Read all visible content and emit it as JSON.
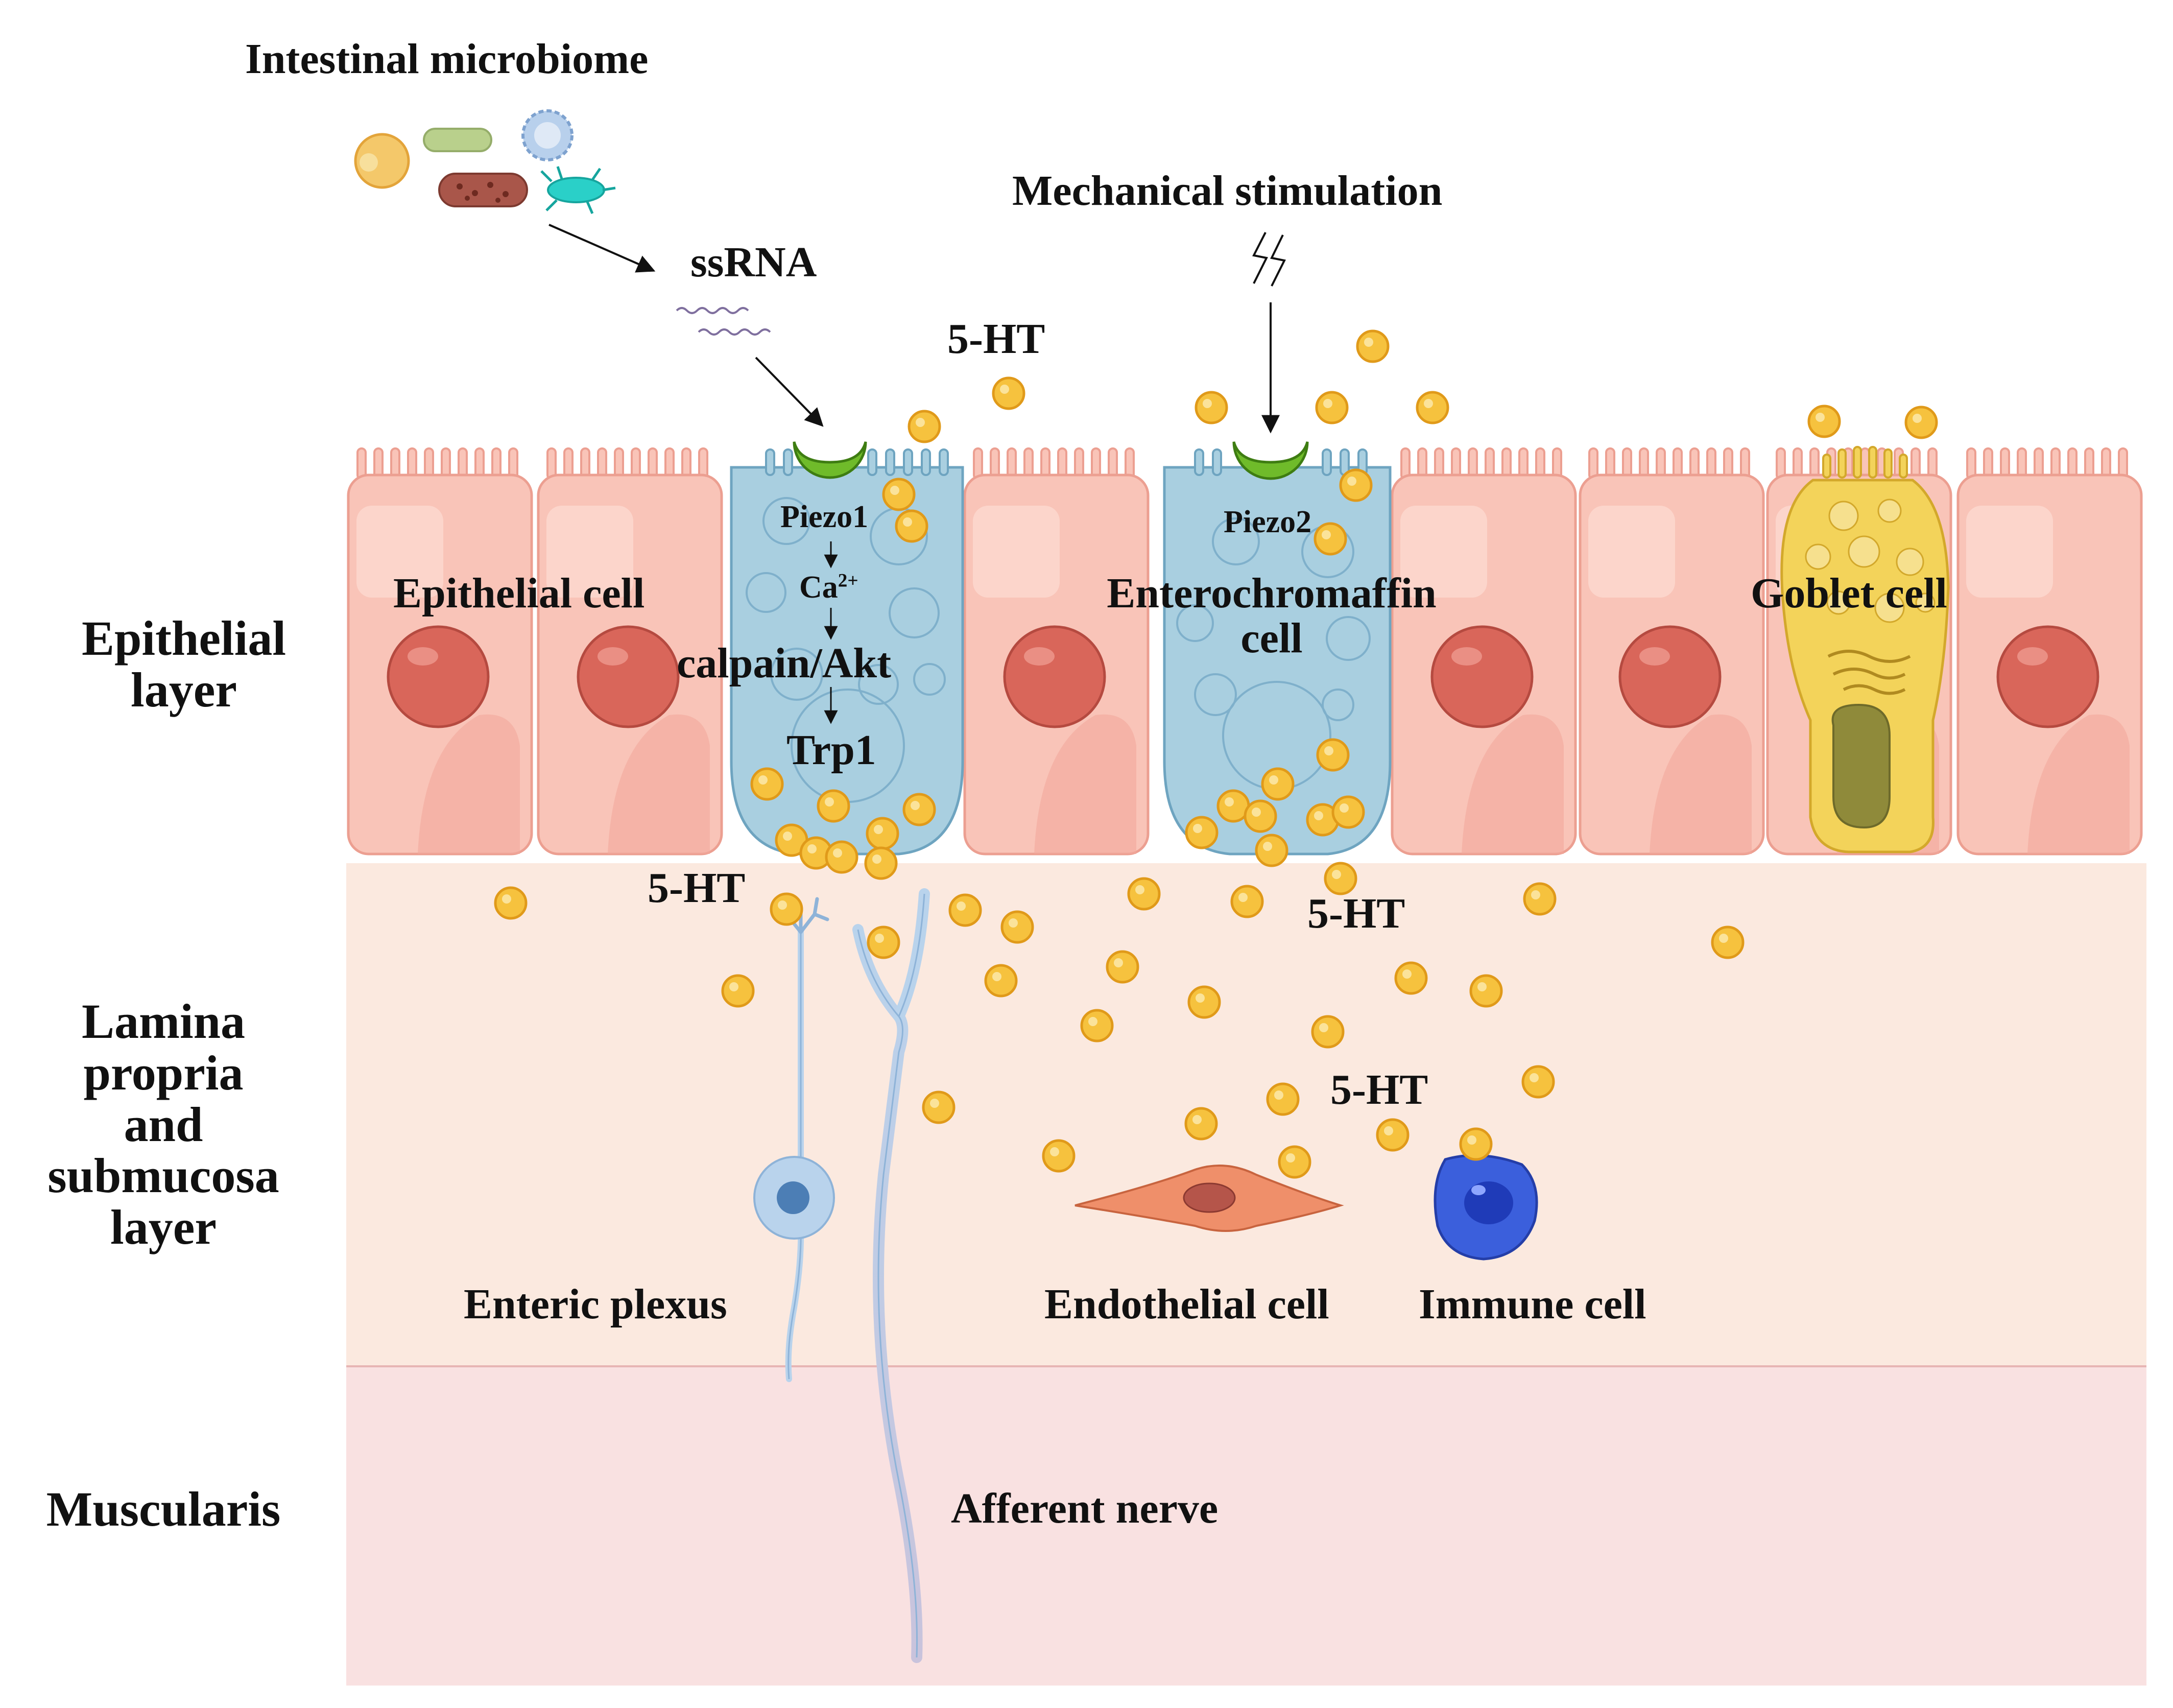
{
  "diagram": {
    "layers": {
      "epithelial": "Epithelial\nlayer",
      "lamina": "Lamina\npropria\nand\nsubmucosa\nlayer",
      "muscularis": "Muscularis"
    },
    "top": {
      "microbiome": "Intestinal microbiome",
      "ssrna": "ssRNA",
      "mechanical": "Mechanical stimulation",
      "serotonin_top": "5-HT"
    },
    "cells": {
      "epithelial": "Epithelial cell",
      "enterochromaffin": "Enterochromaffin\ncell",
      "goblet": "Goblet cell",
      "enteric_plexus": "Enteric plexus",
      "endothelial": "Endothelial cell",
      "immune": "Immune cell",
      "afferent": "Afferent nerve"
    },
    "pathway": {
      "piezo1": "Piezo1",
      "calcium": "Ca",
      "calcium_charge": "2+",
      "calpain": "calpain/Akt",
      "trp1": "Trp1",
      "piezo2": "Piezo2"
    },
    "serotonin_labels": [
      "5-HT",
      "5-HT",
      "5-HT"
    ],
    "colors": {
      "epithelial_cell": "#f9c4b8",
      "nucleus": "#d9665a",
      "ec_cell": "#a9cfe0",
      "receptor": "#6fbb2a",
      "serotonin": "#f6c23e",
      "goblet": "#f3d35a",
      "lamina_bg": "#fbe9df",
      "muscularis_bg": "#f9e1e1",
      "nerve": "#b9d3ec",
      "endothelial": "#ef8f6a",
      "immune": "#3b5fdc"
    }
  }
}
